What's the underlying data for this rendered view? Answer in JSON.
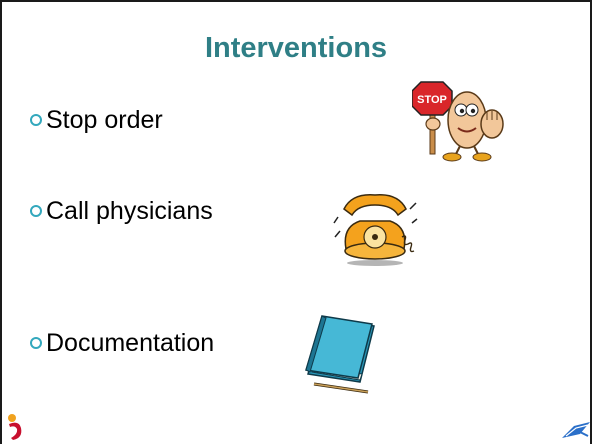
{
  "slide": {
    "title": "Interventions",
    "bullets": [
      {
        "text": "Stop order",
        "icon": "stop-sign-character-icon"
      },
      {
        "text": "Call physicians",
        "icon": "ringing-telephone-icon"
      },
      {
        "text": "Documentation",
        "icon": "binder-document-icon"
      }
    ]
  },
  "colors": {
    "title": "#2f7f86",
    "bullet": "#33a8bd",
    "stop_red": "#d9262a",
    "phone_orange": "#f4a21d"
  }
}
